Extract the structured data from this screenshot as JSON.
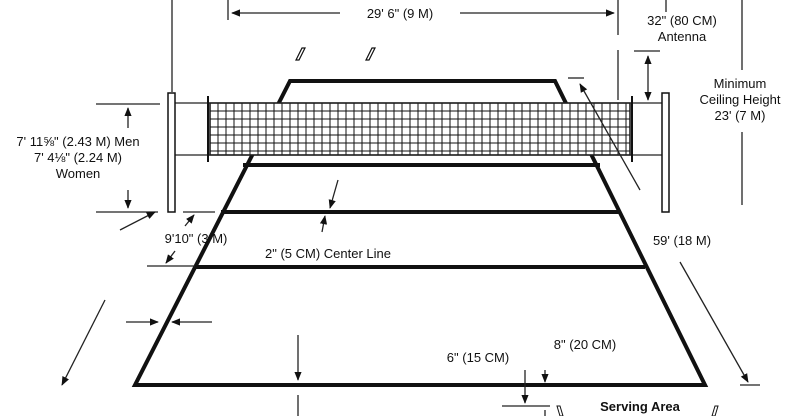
{
  "diagram": {
    "title": "Volleyball court dimensions",
    "labels": {
      "net_width": "29' 6\" (9 M)",
      "antenna_line1": "32\" (80 CM)",
      "antenna_line2": "Antenna",
      "ceiling_line1": "Minimum",
      "ceiling_line2": "Ceiling Height",
      "ceiling_line3": "23' (7 M)",
      "net_height_men": "7' 11⅝\" (2.43 M) Men",
      "net_height_women1": "7' 4⅛\" (2.24 M)",
      "net_height_women2": "Women",
      "attack_line": "9'10\" (3 M)",
      "center_line": "2\" (5 CM) Center Line",
      "court_length": "59' (18 M)",
      "line_width": "6\" (15 CM)",
      "serve_line": "8\" (20 CM)",
      "serving_area": "Serving Area"
    }
  }
}
